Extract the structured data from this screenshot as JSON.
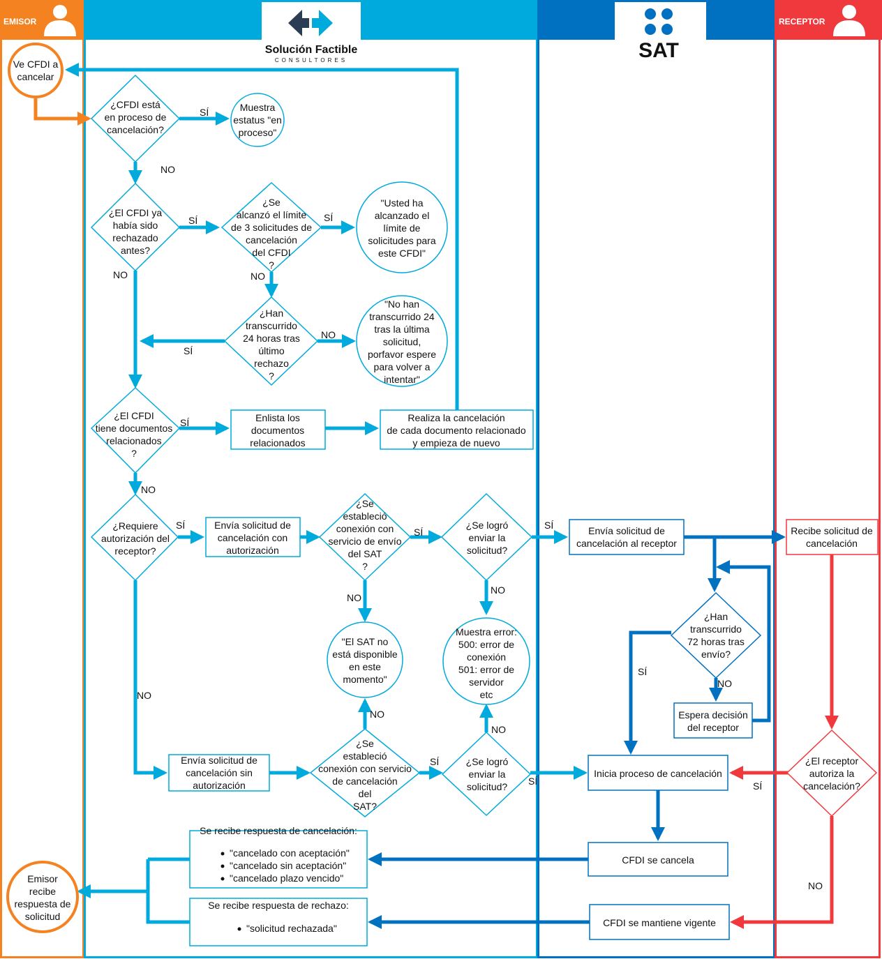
{
  "colors": {
    "emisor": "#f58220",
    "provider": "#00aadc",
    "sat": "#0070c0",
    "receptor": "#f0393d"
  },
  "lanes": {
    "emisor": "EMISOR",
    "receptor": "RECEPTOR"
  },
  "logos": {
    "sf_title": "Solución Factible",
    "sf_sub": "CONSULTORES",
    "sat": "SAT"
  },
  "nodes": {
    "start": [
      "Ve CFDI a",
      "cancelar"
    ],
    "d_proceso": [
      "¿CFDI está",
      "en proceso de",
      "cancelación?"
    ],
    "muestra_estatus": [
      "Muestra",
      "estatus \"en",
      "proceso\""
    ],
    "d_rechazado": [
      "¿El CFDI ya",
      "había sido",
      "rechazado",
      "antes?"
    ],
    "d_limite": [
      "¿Se",
      "alcanzó el límite",
      "de 3 solicitudes de",
      "cancelación",
      "del CFDI",
      "?"
    ],
    "msg_limite": [
      "\"Usted ha",
      "alcanzado el",
      "límite de",
      "solicitudes para",
      "este CFDI\""
    ],
    "d_24h": [
      "¿Han",
      "transcurrido",
      "24 horas tras",
      "último",
      "rechazo",
      "?"
    ],
    "msg_24h": [
      "\"No han",
      "transcurrido 24",
      "tras la última",
      "solicitud,",
      "porfavor espere",
      "para volver a",
      "intentar\""
    ],
    "d_relacionados": [
      "¿El CFDI",
      "tiene documentos",
      "relacionados",
      "?"
    ],
    "enlista": [
      "Enlista los",
      "documentos",
      "relacionados"
    ],
    "realiza": [
      "Realiza la cancelación",
      "de cada documento relacionado",
      "y empieza de nuevo"
    ],
    "d_autorizacion": [
      "¿Requiere",
      "autorización del",
      "receptor?"
    ],
    "envia_con": [
      "Envía solicitud de",
      "cancelación con",
      "autorización"
    ],
    "d_conexion1": [
      "¿Se",
      "estableció",
      "conexión con",
      "servicio de envío",
      "del SAT",
      "?"
    ],
    "d_enviar1": [
      "¿Se logró",
      "enviar la",
      "solicitud?"
    ],
    "msg_sat": [
      "\"El SAT no",
      "está disponible",
      "en este",
      "momento\""
    ],
    "msg_error": [
      "Muestra error:",
      "500: error de",
      "conexión",
      "501: error de",
      "servidor",
      "etc"
    ],
    "envia_receptor": [
      "Envía solicitud de",
      "cancelación al receptor"
    ],
    "recibe": [
      "Recibe solicitud de",
      "cancelación"
    ],
    "d_72h": [
      "¿Han",
      "transcurrido",
      "72 horas tras",
      "envío?"
    ],
    "espera": [
      "Espera decisión",
      "del receptor"
    ],
    "envia_sin": [
      "Envía solicitud de",
      "cancelación sin",
      "autorización"
    ],
    "d_conexion2": [
      "¿Se",
      "estableció",
      "conexión con servicio",
      "de cancelación",
      "del",
      "SAT?"
    ],
    "d_enviar2": [
      "¿Se logró",
      "enviar la",
      "solicitud?"
    ],
    "inicia": [
      "Inicia proceso de cancelación"
    ],
    "d_autoriza": [
      "¿El receptor",
      "autoriza la",
      "cancelación?"
    ],
    "cfdi_cancela": [
      "CFDI se cancela"
    ],
    "cfdi_vigente": [
      "CFDI se mantiene vigente"
    ],
    "resp_cancel_title": "Se recibe respuesta de cancelación:",
    "resp_cancel_items": [
      "\"cancelado con aceptación\"",
      "\"cancelado sin aceptación\"",
      "\"cancelado plazo vencido\""
    ],
    "resp_rechazo_title": "Se recibe respuesta de rechazo:",
    "resp_rechazo_items": [
      "\"solicitud rechazada\""
    ],
    "end": [
      "Emisor",
      "recibe",
      "respuesta de",
      "solicitud"
    ]
  },
  "labels": {
    "si": "SÍ",
    "no": "NO"
  }
}
